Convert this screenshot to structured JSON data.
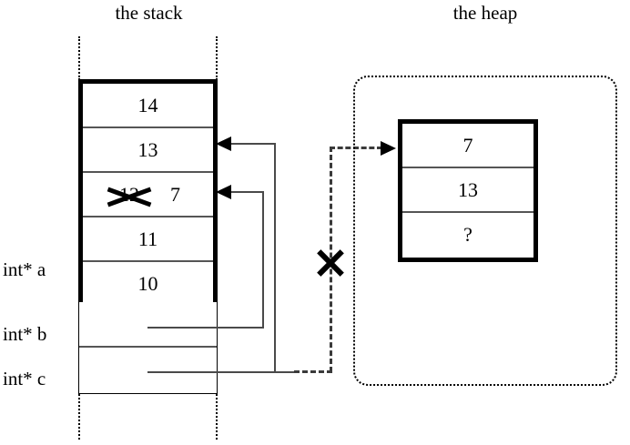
{
  "diagram": {
    "titles": {
      "stack": "the stack",
      "heap": "the heap"
    },
    "stack": {
      "frame_cells": [
        {
          "value": "14",
          "struck": ""
        },
        {
          "value": "13",
          "struck": ""
        },
        {
          "value": "7",
          "struck": "12"
        },
        {
          "value": "11",
          "struck": ""
        },
        {
          "value": "10",
          "struck": ""
        }
      ],
      "local_labels": [
        {
          "name": "int* a"
        },
        {
          "name": "int* b"
        },
        {
          "name": "int* c"
        }
      ]
    },
    "heap": {
      "cells": [
        {
          "value": "7"
        },
        {
          "value": "13"
        },
        {
          "value": "?"
        }
      ]
    },
    "annotations": {
      "invalid_pointer_mark": "X",
      "struck_value_mark": "X"
    },
    "colors": {
      "ink": "#000000",
      "thin_line": "#4a4a4a",
      "background": "#ffffff"
    }
  }
}
